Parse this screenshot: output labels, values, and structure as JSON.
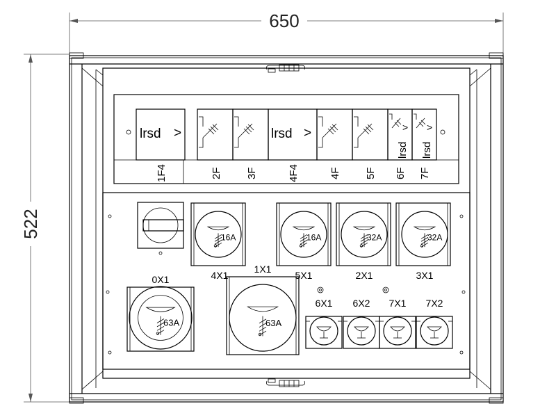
{
  "dimensions": {
    "width": "650",
    "height": "522"
  },
  "breakers": {
    "label_1F4": "1F4",
    "label_2F": "2F",
    "label_3F": "3F",
    "label_4F4": "4F4",
    "label_4F": "4F",
    "label_5F": "5F",
    "label_6F": "6F",
    "label_7F": "7F",
    "lrsd_1": "lrsd",
    "lrsd_2": "lrsd",
    "lrsd_3": "lrsd",
    "lrsd_4": "lrsd",
    "chevron": ">"
  },
  "sockets": {
    "s4X1": {
      "label": "4X1",
      "rating": "16A"
    },
    "s5X1": {
      "label": "5X1",
      "rating": "16A"
    },
    "s2X1": {
      "label": "2X1",
      "rating": "32A"
    },
    "s3X1": {
      "label": "3X1",
      "rating": "32A"
    },
    "s0X1": {
      "label": "0X1",
      "rating": "63A"
    },
    "s1X1": {
      "label": "1X1",
      "rating": "63A"
    },
    "s6X1": {
      "label": "6X1"
    },
    "s6X2": {
      "label": "6X2"
    },
    "s7X1": {
      "label": "7X1"
    },
    "s7X2": {
      "label": "7X2"
    }
  }
}
